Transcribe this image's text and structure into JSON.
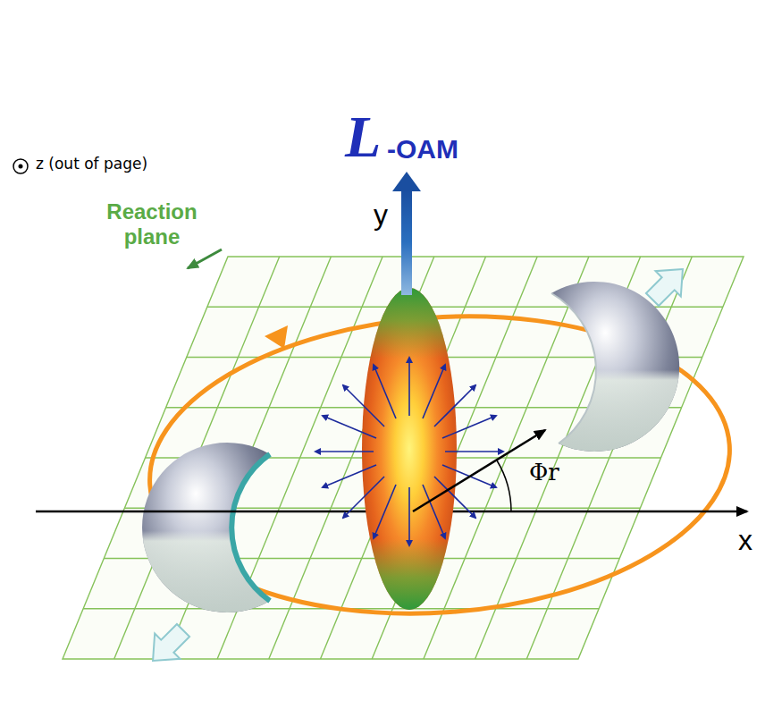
{
  "diagram": {
    "labels": [
      "z (out of page)",
      "L",
      "-OAM",
      "y",
      "Reaction plane",
      "Φr",
      "x"
    ]
  }
}
